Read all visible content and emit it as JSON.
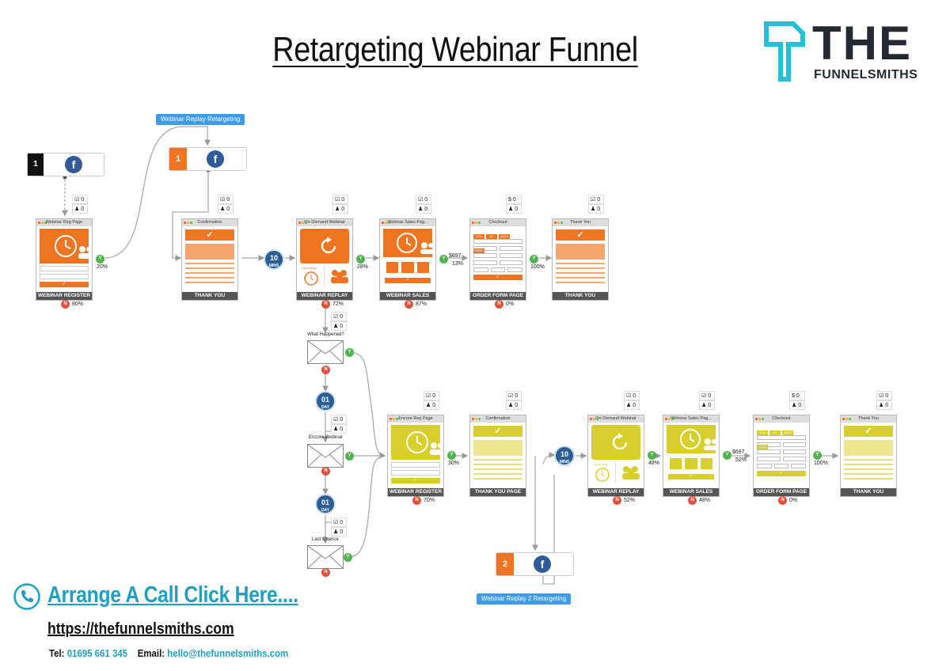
{
  "title": "Retargeting Webinar Funnel",
  "logo": {
    "word": "THE",
    "sub": "FUNNELSMITHS",
    "accent": "#22c0d6",
    "dark": "#232a34"
  },
  "tags": {
    "retarget1": "Webinar Replay Retargeting",
    "retarget2": "Webinar Replay 2 Retargeting"
  },
  "sources": {
    "start_number": "1",
    "retarget1_number": "1",
    "retarget2_number": "2",
    "fb_icon": "f"
  },
  "pages": [
    {
      "id": "p1",
      "bar": "Webinar Reg Page",
      "label": "WEBINAR REGISTER",
      "theme": "orange",
      "kind": "register",
      "s1": "0",
      "s2": "0",
      "yes": "20%",
      "no": "80%",
      "stat_icon": "check-icon"
    },
    {
      "id": "p2",
      "bar": "Confirmation",
      "label": "THANK YOU",
      "theme": "orange",
      "kind": "thanks",
      "s1": "0",
      "s2": "0",
      "stat_icon": "check-icon"
    },
    {
      "id": "p3",
      "bar": "On-Demand Webinar",
      "label": "WEBINAR REPLAY",
      "theme": "orange",
      "kind": "replay",
      "s1": "0",
      "s2": "0",
      "yes": "28%",
      "no": "72%",
      "stat_icon": "check-icon"
    },
    {
      "id": "p4",
      "bar": "Webinar Sales Pag...",
      "label": "WEBINAR SALES",
      "theme": "orange",
      "kind": "sales",
      "s1": "0",
      "s2": "0",
      "yes": "13%",
      "price": "$697",
      "no": "87%",
      "stat_icon": "check-icon"
    },
    {
      "id": "p5",
      "bar": "Checkout",
      "label": "ORDER FORM PAGE",
      "theme": "orange",
      "kind": "checkout",
      "s1": "0",
      "s2": "0",
      "yes": "100%",
      "no": "0%",
      "stat_icon": "dollar-icon"
    },
    {
      "id": "p6",
      "bar": "Thank You",
      "label": "THANK YOU",
      "theme": "orange",
      "kind": "thanks",
      "s1": "0",
      "s2": "0",
      "stat_icon": "check-icon"
    },
    {
      "id": "p7",
      "bar": "Encore Reg Page",
      "label": "WEBINAR REGISTER",
      "theme": "yellow",
      "kind": "register",
      "s1": "0",
      "s2": "0",
      "yes": "30%",
      "no": "70%",
      "stat_icon": "check-icon"
    },
    {
      "id": "p8",
      "bar": "Confirmation",
      "label": "THANK YOU PAGE",
      "theme": "yellow",
      "kind": "thanks",
      "s1": "0",
      "s2": "0",
      "stat_icon": "check-icon"
    },
    {
      "id": "p9",
      "bar": "On-Demand Webinar",
      "label": "WEBINAR REPLAY",
      "theme": "yellow",
      "kind": "replay",
      "s1": "0",
      "s2": "0",
      "yes": "48%",
      "no": "52%",
      "stat_icon": "check-icon"
    },
    {
      "id": "p10",
      "bar": "Webinar Sales Pag...",
      "label": "WEBINAR SALES",
      "theme": "yellow",
      "kind": "sales",
      "s1": "0",
      "s2": "0",
      "yes": "52%",
      "price": "$697",
      "no": "48%",
      "stat_icon": "check-icon"
    },
    {
      "id": "p11",
      "bar": "Checkout",
      "label": "ORDER FORM PAGE",
      "theme": "yellow",
      "kind": "checkout",
      "s1": "0",
      "s2": "0",
      "yes": "100%",
      "no": "0%",
      "stat_icon": "dollar-icon"
    },
    {
      "id": "p12",
      "bar": "Thank You",
      "label": "THANK YOU",
      "theme": "yellow",
      "kind": "thanks",
      "s1": "0",
      "s2": "0",
      "stat_icon": "check-icon"
    }
  ],
  "emails": [
    {
      "label": "What Happened?",
      "s1": "0",
      "s2": "0"
    },
    {
      "label": "Encore Webinar",
      "s1": "0",
      "s2": "0"
    },
    {
      "label": "Last Chance",
      "s1": "0",
      "s2": "0"
    }
  ],
  "timers": {
    "wait_10": "10",
    "wait_10_unit": "MINS",
    "wait_day": "01",
    "wait_day_unit": "DAY"
  },
  "yes_letter": "Y",
  "no_letter": "N",
  "checkout_cards": [
    "VISA",
    "MC",
    "AMEX",
    "DISC"
  ],
  "replay_small_text": "Upcoming",
  "cta": {
    "call": "Arrange A Call Click Here....",
    "url": "https://thefunnelsmiths.com",
    "tel_label": "Tel:",
    "tel": "01695 661 345",
    "email_label": "Email:",
    "email": "hello@thefunnelsmiths.com"
  }
}
